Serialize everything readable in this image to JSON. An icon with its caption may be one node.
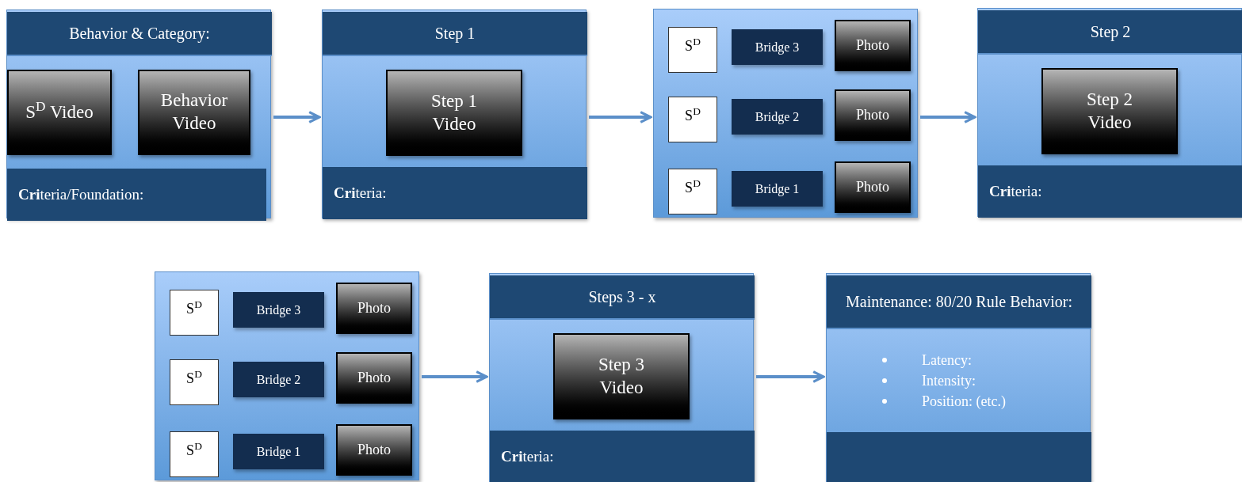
{
  "diagram": {
    "nodes": [
      {
        "text": [],
        "shape": "box"
      },
      {
        "text": [
          "Behavior & Category:"
        ],
        "in": 0
      },
      {
        "text": [
          "S$^{D}$ Video"
        ],
        "in": 0
      },
      {
        "text": [
          "Behavior Video"
        ],
        "in": 0
      },
      {
        "text": [
          "**Cri**teria/Foundation:"
        ],
        "in": 0
      },
      {
        "text": [],
        "shape": "box"
      },
      {
        "text": [
          "Step 1"
        ],
        "in": 5
      },
      {
        "text": [
          "Step 1 Video"
        ],
        "in": 5
      },
      {
        "text": [
          "**Cri**teria:"
        ],
        "in": 5
      },
      {
        "text": [],
        "shape": "box"
      },
      {
        "text": [
          "S$^{D}$"
        ],
        "in": 9
      },
      {
        "text": [
          "Bridge 3"
        ],
        "in": 9
      },
      {
        "text": [
          "Photo"
        ],
        "in": 9
      },
      {
        "text": [
          "S$^{D}$"
        ],
        "in": 9
      },
      {
        "text": [
          "Bridge 2"
        ],
        "in": 9
      },
      {
        "text": [
          "Photo"
        ],
        "in": 9
      },
      {
        "text": [
          "S$^{D}$"
        ],
        "in": 9
      },
      {
        "text": [
          "Bridge 1"
        ],
        "in": 9
      },
      {
        "text": [
          "Photo"
        ],
        "in": 9
      },
      {
        "text": [],
        "shape": "box"
      },
      {
        "text": [
          "Step 2"
        ],
        "in": 19
      },
      {
        "text": [
          "Step 2 Video"
        ],
        "in": 19
      },
      {
        "text": [
          "**Cri**teria:"
        ],
        "in": 19
      },
      {
        "text": [],
        "shape": "box"
      },
      {
        "text": [
          "S$^{D}$"
        ],
        "in": 23
      },
      {
        "text": [
          "Bridge 3"
        ],
        "in": 23
      },
      {
        "text": [
          "Photo"
        ],
        "in": 23
      },
      {
        "text": [
          "S$^{D}$"
        ],
        "in": 23
      },
      {
        "text": [
          "Bridge 2"
        ],
        "in": 23
      },
      {
        "text": [
          "Photo"
        ],
        "in": 23
      },
      {
        "text": [
          "S$^{D}$"
        ],
        "in": 23
      },
      {
        "text": [
          "Bridge 1"
        ],
        "in": 23
      },
      {
        "text": [
          "Photo"
        ],
        "in": 23
      },
      {
        "text": [],
        "shape": "box"
      },
      {
        "text": [
          "Steps 3 - x"
        ],
        "in": 33
      },
      {
        "text": [
          "Step 3 Video"
        ],
        "in": 33
      },
      {
        "text": [
          "**Cri**teria:"
        ],
        "in": 33
      },
      {
        "text": [
          "Latency:",
          "Intensity:",
          "Position: (etc.)"
        ]
      },
      {
        "text": [
          "Maintenance: 80/20 Rule Behavior:"
        ],
        "in": 37
      },
      {
        "text": [],
        "shape": "bar",
        "in": 37
      }
    ],
    "edges": [
      {
        "from": 0,
        "to": 5,
        "arrow": "to"
      },
      {
        "from": 5,
        "to": 9,
        "arrow": "to"
      },
      {
        "from": 9,
        "to": 19,
        "arrow": "to"
      },
      {
        "from": 23,
        "to": 33,
        "arrow": "to"
      },
      {
        "from": 33,
        "to": 37,
        "arrow": "to"
      }
    ]
  }
}
